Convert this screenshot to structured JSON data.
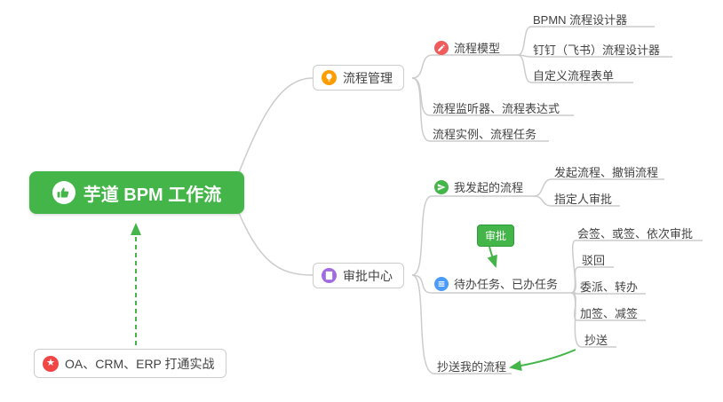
{
  "root": {
    "label": "芋道 BPM 工作流"
  },
  "branches": {
    "process_management": {
      "label": "流程管理"
    },
    "approval_center": {
      "label": "审批中心"
    }
  },
  "process_management_children": {
    "process_model": {
      "label": "流程模型"
    },
    "bpmn_designer": {
      "label": "BPMN 流程设计器"
    },
    "dingtalk_feishu_designer": {
      "label": "钉钉（飞书）流程设计器"
    },
    "custom_process_form": {
      "label": "自定义流程表单"
    },
    "listener_expression": {
      "label": "流程监听器、流程表达式"
    },
    "instance_task": {
      "label": "流程实例、流程任务"
    }
  },
  "approval_center_children": {
    "my_initiated_process": {
      "label": "我发起的流程"
    },
    "initiate_cancel": {
      "label": "发起流程、撤销流程"
    },
    "assignee_approval": {
      "label": "指定人审批"
    },
    "todo_done_tasks": {
      "label": "待办任务、已办任务"
    },
    "countersign_or_sequential": {
      "label": "会签、或签、依次审批"
    },
    "reject": {
      "label": "驳回"
    },
    "delegate_transfer": {
      "label": "委派、转办"
    },
    "add_reduce_sign": {
      "label": "加签、减签"
    },
    "cc": {
      "label": "抄送"
    },
    "cc_my_process": {
      "label": "抄送我的流程"
    }
  },
  "annotations": {
    "approval_badge": {
      "label": "审批"
    },
    "oa_practice": {
      "label": "OA、CRM、ERP 打通实战"
    }
  },
  "icons": {
    "root": "thumbs-up-icon",
    "process_management": "lightbulb-icon",
    "process_model": "pencil-icon",
    "approval_center": "document-icon",
    "my_initiated_process": "send-icon",
    "todo_done_tasks": "list-icon",
    "oa_practice": "star-icon",
    "star_glyph": "★"
  },
  "colors": {
    "root_green": "#44b549",
    "connector_gray": "#cccccc",
    "arrow_green": "#44b549",
    "orange_icon": "#ff9c00",
    "purple_icon": "#a06be0",
    "red_icon": "#f05b5b",
    "blue_icon": "#4b9bfa",
    "green_icon": "#44b549",
    "star_red": "#f04646"
  }
}
